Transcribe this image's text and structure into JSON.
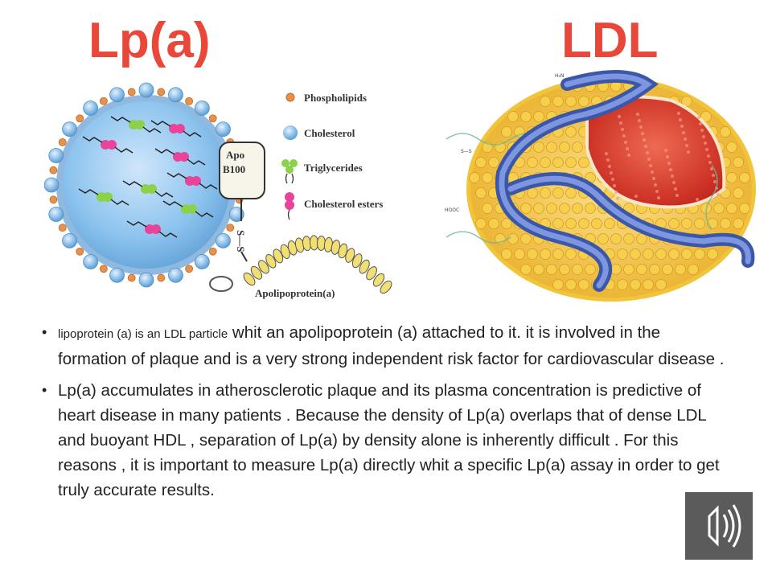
{
  "titles": {
    "left": "Lp(a)",
    "right": "LDL"
  },
  "lpa_diagram": {
    "apo_label_line1": "Apo",
    "apo_label_line2": "B100",
    "ss_label": "S—S",
    "apolipoprotein_a_label": "Apolipoprotein(a)",
    "legend": [
      {
        "label": "Phospholipids",
        "color": "#e8914a"
      },
      {
        "label": "Cholesterol",
        "color": "#6fb4e8"
      },
      {
        "label": "Triglycerides",
        "color": "#8bd14a"
      },
      {
        "label": "Cholesterol esters",
        "color": "#e8449a"
      }
    ]
  },
  "ldl_diagram": {
    "label_h2n": "H₂N",
    "label_ss": "S—S",
    "label_hooc": "HOOC",
    "colors": {
      "core": "#d9352a",
      "shell": "#f2c43a",
      "protein": "#5573c4"
    }
  },
  "bullets": [
    {
      "small_part": "lipoprotein (a) is an LDL particle",
      "text": " whit an apolipoprotein (a) attached to it. it is involved in the formation of plaque and is a very strong independent risk factor for cardiovascular disease ."
    },
    {
      "small_part": "",
      "text": "Lp(a) accumulates in atherosclerotic plaque and its plasma concentration is predictive of heart disease in many patients . Because the density of Lp(a) overlaps that of dense  LDL and buoyant HDL , separation of Lp(a) by density alone is inherently difficult . For this reasons , it is important to measure Lp(a) directly whit a specific Lp(a) assay in order to get truly accurate results."
    }
  ],
  "speaker_icon": "speaker-icon"
}
